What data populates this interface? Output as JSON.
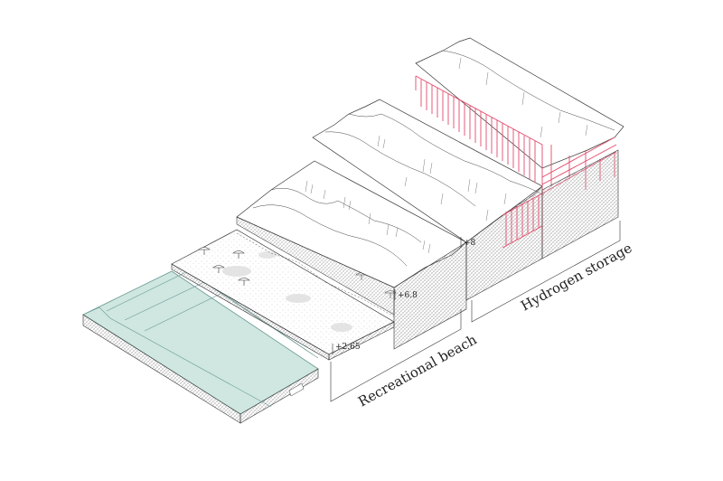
{
  "zones": [
    {
      "label": "Recreational beach"
    },
    {
      "label": "Hydrogen storage"
    }
  ],
  "elevations": [
    {
      "label": "+2.65"
    },
    {
      "label": "+6.8"
    },
    {
      "label": "+8"
    }
  ],
  "colors": {
    "water": "#cfe6e1",
    "water_stroke": "#6a9a93",
    "structure": "#e24a6a",
    "line": "#333333",
    "hatch": "#888888"
  }
}
